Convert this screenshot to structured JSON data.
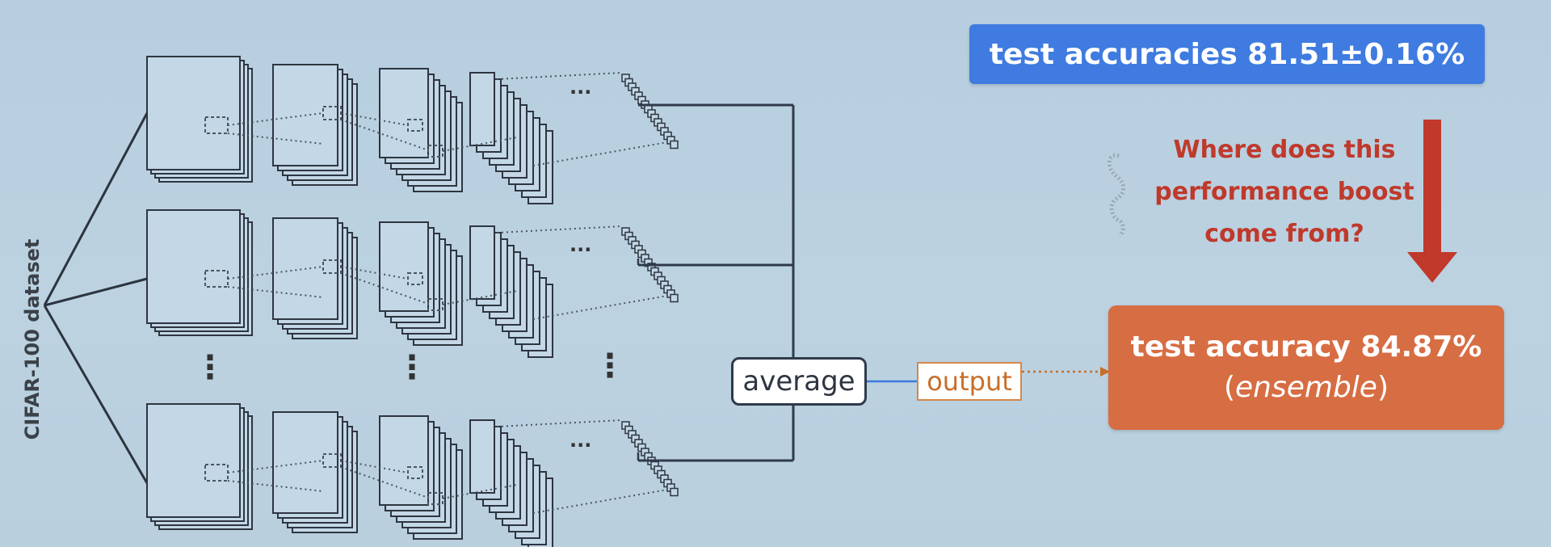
{
  "dataset_label": "CIFAR-100 dataset",
  "average_label": "average",
  "output_label": "output",
  "top_result": "test accuracies 81.51±0.16%",
  "question": {
    "line1": "Where does this",
    "line2": "performance boost",
    "line3": "come from?"
  },
  "ensemble_result": {
    "line1": "test accuracy 84.87%",
    "paren_open": "(",
    "italic": "ensemble",
    "paren_close": ")"
  },
  "ellipsis_glyph": "···",
  "vertical_dots_glyph": "⋮",
  "colors": {
    "blue_box": "#3f7be0",
    "orange_box": "#d76d43",
    "question_red": "#c0392b",
    "arrow_red": "#c0392b",
    "line_dark": "#2f3a4c",
    "output_orange": "#c86e2a"
  }
}
